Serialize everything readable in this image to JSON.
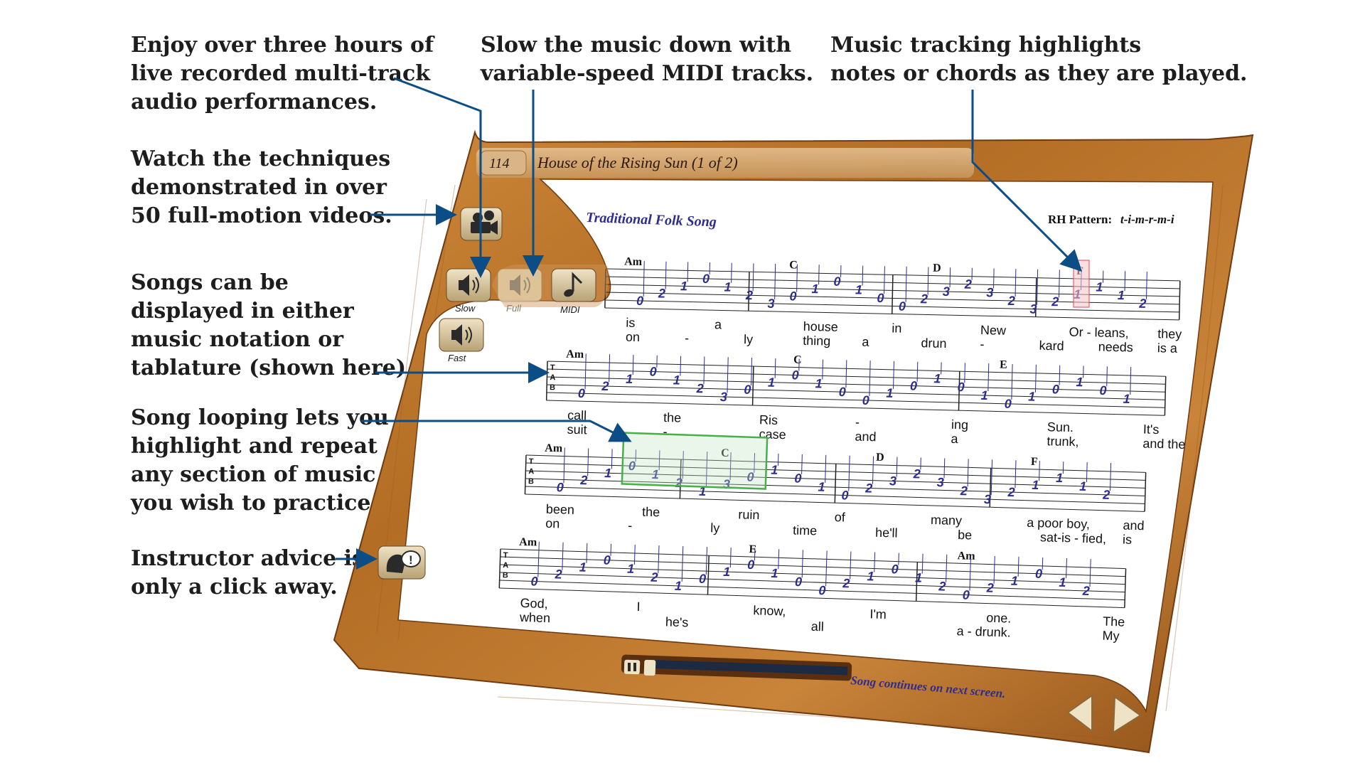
{
  "callouts": {
    "recorded_audio": "Enjoy over three hours of\nlive recorded multi-track\naudio performances.",
    "videos": "Watch the techniques\ndemonstrated in over\n50 full-motion videos.",
    "notation": "Songs can be\ndisplayed in either\nmusic notation or\ntablature (shown here).",
    "looping": "Song looping lets you\nhighlight and repeat\nany section of music\nyou wish to practice.",
    "advice": "Instructor advice is\nonly a click away.",
    "midi": "Slow the music down with\nvariable-speed MIDI tracks.",
    "tracking": "Music tracking highlights\nnotes or chords as they are played."
  },
  "header": {
    "page_number": "114",
    "title": "House of the Rising Sun (1 of 2)"
  },
  "sheet": {
    "subtitle": "Traditional Folk Song",
    "rh_pattern_label": "RH Pattern:",
    "rh_pattern_value": "t-i-m-r-m-i",
    "continues": "Song continues on next screen.",
    "tab_letters": [
      "T",
      "A",
      "B"
    ]
  },
  "controls": {
    "slow": "Slow",
    "full": "Full",
    "midi": "MIDI",
    "fast": "Fast"
  },
  "icons": {
    "video": "film-camera-icon",
    "slow": "speaker-icon",
    "full": "speaker-icon",
    "midi": "music-note-icon",
    "fast": "speaker-icon",
    "advice": "advisor-icon",
    "pause": "pause-icon",
    "prev": "prev-triangle-icon",
    "next": "next-triangle-icon"
  },
  "colors": {
    "wood": "#b8742c",
    "ink": "#2d2c8f",
    "arrow": "#0d4d86",
    "loop": "#48b04a",
    "tracking": "#e0454d"
  },
  "systems": [
    {
      "chords": [
        "Am",
        "C",
        "D",
        "F"
      ],
      "tab": [
        "0",
        "2",
        "1",
        "0",
        "1",
        "2",
        "3",
        "0",
        "1",
        "0",
        "1",
        "0",
        "0",
        "2",
        "3",
        "2",
        "3",
        "2",
        "3",
        "2",
        "1",
        "1",
        "1",
        "2"
      ],
      "lyrics_top": [
        "is",
        "a",
        "house",
        "in",
        "New",
        "Or - leans,",
        "they"
      ],
      "lyrics_bottom": [
        "on",
        "-",
        "ly",
        "thing",
        "a",
        "drun",
        "-",
        "kard",
        "needs",
        "is a"
      ]
    },
    {
      "chords": [
        "Am",
        "C",
        "E"
      ],
      "tab": [
        "0",
        "2",
        "1",
        "0",
        "1",
        "2",
        "3",
        "0",
        "1",
        "0",
        "1",
        "0",
        "0",
        "1",
        "0",
        "1",
        "0",
        "1",
        "0",
        "1",
        "0",
        "1",
        "0",
        "1"
      ],
      "lyrics_top": [
        "call",
        "the",
        "Ris",
        "-",
        "ing",
        "Sun.",
        "It's"
      ],
      "lyrics_bottom": [
        "suit",
        "-",
        "case",
        "and",
        "a",
        "trunk,",
        "and the"
      ]
    },
    {
      "chords": [
        "Am",
        "C",
        "D",
        "F"
      ],
      "tab": [
        "0",
        "2",
        "1",
        "0",
        "1",
        "2",
        "1",
        "3",
        "0",
        "1",
        "0",
        "1",
        "0",
        "2",
        "3",
        "2",
        "3",
        "2",
        "3",
        "2",
        "1",
        "1",
        "1",
        "2"
      ],
      "lyrics_top": [
        "been",
        "the",
        "ruin",
        "of",
        "many",
        "a poor boy,",
        "and"
      ],
      "lyrics_bottom": [
        "on",
        "-",
        "ly",
        "time",
        "he'll",
        "be",
        "sat-is - fied,",
        "is"
      ]
    },
    {
      "chords": [
        "Am",
        "E",
        "Am"
      ],
      "tab": [
        "0",
        "2",
        "1",
        "0",
        "1",
        "2",
        "1",
        "0",
        "1",
        "0",
        "1",
        "0",
        "0",
        "2",
        "1",
        "0",
        "1",
        "2",
        "0",
        "2",
        "1",
        "0",
        "1",
        "2"
      ],
      "lyrics_top": [
        "God,",
        "I",
        "know,",
        "I'm",
        "one.",
        "The"
      ],
      "lyrics_bottom": [
        "when",
        "he's",
        "all",
        "a - drunk.",
        "My"
      ]
    }
  ]
}
